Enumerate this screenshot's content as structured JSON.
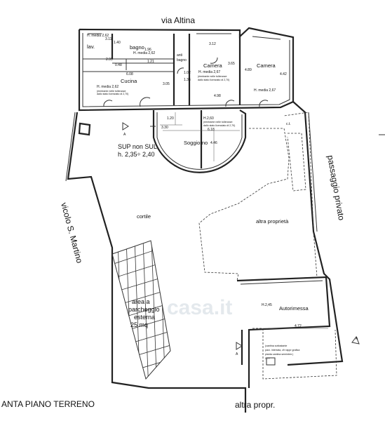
{
  "streets": {
    "north": "via Altina",
    "west": "vicolo S. Martino",
    "east": "passaggio privato",
    "south": "altra propr."
  },
  "plan_title": "ANTA PIANO TERRENO",
  "watermark": "casa.it",
  "rooms": {
    "lav": "lav.",
    "lav_h": "H. media 2,62",
    "lav_dim": "3.11",
    "bagno": "bagno",
    "bagno_h": "H. media 2,62",
    "antibagno_1": "anti",
    "antibagno_2": "bagno",
    "camera1": "Camera",
    "camera1_h": "H. media 2,67",
    "camera2": "Camera",
    "camera2_h": "H. media 2,67",
    "cucina": "Cucina",
    "cucina_h": "H. media 2,62",
    "soggiorno": "Soggiorno",
    "soggiorno_h": "H.2,60",
    "sup_1": "SUP non SUL",
    "sup_2": "h. 2,35÷ 2,40",
    "cortile": "cortile",
    "altra": "altra proprietà",
    "parcheggio_1": "area a",
    "parcheggio_2": "parcheggio",
    "parcheggio_3": "esterna",
    "parcheggio_4": "25 mq",
    "autorimessa": "Autorimessa",
    "autorimessa_h": "H.2,45",
    "cantina_1": "(cantina sottostante",
    "cantina_2": "parz. interrata, cfr rappr grafica",
    "cantina_3": "pianta cantina seminterr.)",
    "ct": "c.t."
  },
  "notes": {
    "toll_1": "(rientrante nelle tolleranze",
    "toll_2": "dallo stato licenziato di 2,70)"
  },
  "dims": {
    "d_140": "1.40",
    "d_196": "1.96",
    "d_299": "2.99",
    "d_048": "0.48",
    "d_121": "1.21",
    "d_608": "6.08",
    "d_305": "3.05",
    "d_312": "3.12",
    "d_102": "1.02",
    "d_136": "1.36",
    "d_365": "3.65",
    "d_442": "4.42",
    "d_489": "4.89",
    "d_498": "4.98",
    "d_120": "1.20",
    "d_330": "3.30",
    "d_618": "6.18",
    "d_446": "4.46",
    "d_472": "4.72",
    "d_077": "0.77"
  },
  "markers": {
    "a1": "A",
    "a2": "A",
    "a3": "A"
  }
}
